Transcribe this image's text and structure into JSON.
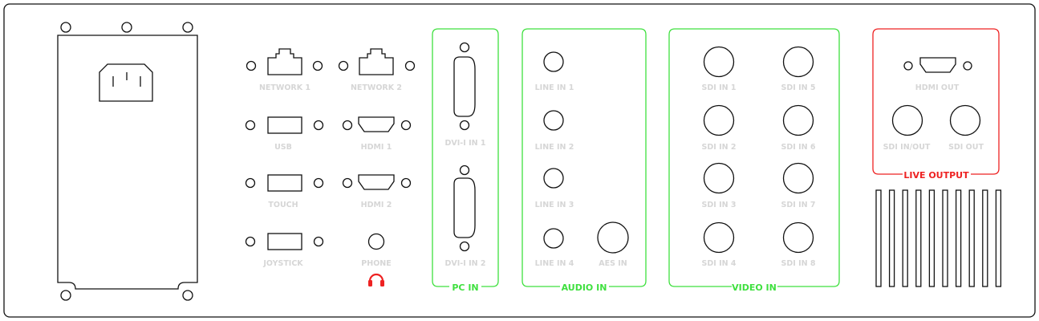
{
  "colors": {
    "pc_in": "#3fe03f",
    "audio_in": "#3fe03f",
    "video_in": "#3fe03f",
    "live_output": "#ee2222",
    "label": "#d6d6d6"
  },
  "ports": {
    "network1": "NETWORK 1",
    "network2": "NETWORK 2",
    "usb": "USB",
    "hdmi1": "HDMI 1",
    "touch": "TOUCH",
    "hdmi2": "HDMI 2",
    "joystick": "JOYSTICK",
    "phone": "PHONE",
    "dvi1": "DVI-I IN 1",
    "dvi2": "DVI-I IN 2",
    "line1": "LINE IN 1",
    "line2": "LINE IN 2",
    "line3": "LINE IN 3",
    "line4": "LINE IN 4",
    "aes": "AES IN",
    "sdi1": "SDI IN 1",
    "sdi2": "SDI IN 2",
    "sdi3": "SDI IN 3",
    "sdi4": "SDI IN 4",
    "sdi5": "SDI IN 5",
    "sdi6": "SDI IN 6",
    "sdi7": "SDI IN 7",
    "sdi8": "SDI IN 8",
    "hdmi_out": "HDMI OUT",
    "sdi_inout": "SDI IN/OUT",
    "sdi_out": "SDI OUT"
  },
  "groups": {
    "pc_in": "PC IN",
    "audio_in": "AUDIO IN",
    "video_in": "VIDEO IN",
    "live_output": "LIVE OUTPUT"
  }
}
